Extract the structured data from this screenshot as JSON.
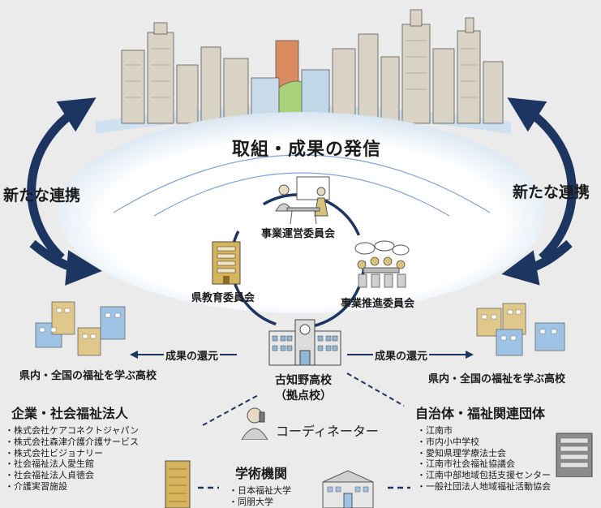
{
  "title": "取組・成果の発信",
  "new_partnership_left": "新たな連携",
  "new_partnership_right": "新たな連携",
  "committees": {
    "operations": "事業運営委員会",
    "prefectural_board": "県教育委員会",
    "promotion": "事業推進委員会"
  },
  "return_left": "成果の還元",
  "return_right": "成果の還元",
  "schools_left": "県内・全国の福祉を学ぶ高校",
  "schools_right": "県内・全国の福祉を学ぶ高校",
  "hub": {
    "name": "古知野高校",
    "role": "（拠点校）"
  },
  "coordinator": "コーディネーター",
  "corporations": {
    "title": "企業・社会福祉法人",
    "items": [
      "株式会社ケアコネクトジャパン",
      "株式会社森津介護介護サービス",
      "株式会社ビジョナリー",
      "社会福祉法人愛生館",
      "社会福祉法人貞徳会",
      "介護実習施設"
    ]
  },
  "academic": {
    "title": "学術機関",
    "items": [
      "日本福祉大学",
      "同朋大学"
    ]
  },
  "municipal": {
    "title": "自治体・福祉関連団体",
    "items": [
      "江南市",
      "市内小中学校",
      "愛知県理学療法士会",
      "江南市社会福祉協議会",
      "江南中部地域包括支援センター",
      "一般社団法人地域福祉活動協会"
    ]
  },
  "colors": {
    "navy": "#1d3561",
    "background": "#ebebeb",
    "oval": "#ffffff",
    "line_blue": "#5d8fd0"
  }
}
